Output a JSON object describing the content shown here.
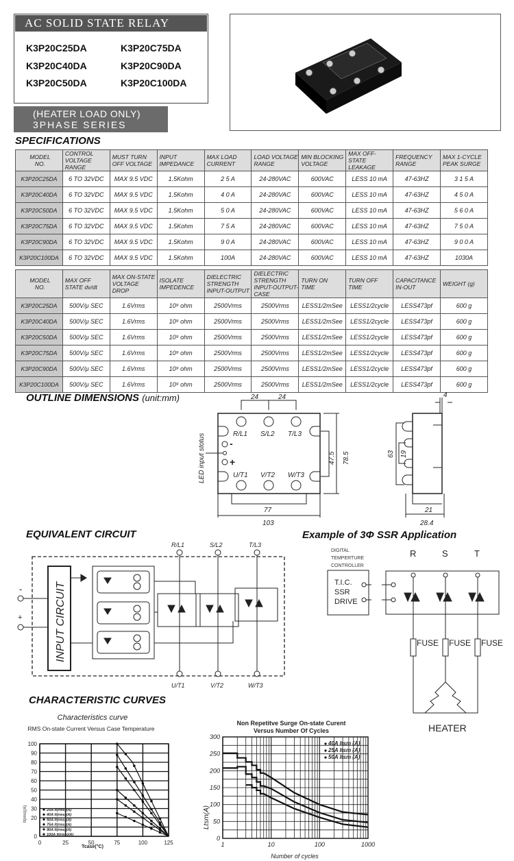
{
  "header": {
    "title": "AC SOLID STATE RELAY",
    "models": [
      "K3P20C25DA",
      "K3P20C75DA",
      "K3P20C40DA",
      "K3P20C90DA",
      "K3P20C50DA",
      "K3P20C100DA"
    ],
    "series_line1": "(HEATER LOAD ONLY)",
    "series_line2": "3PHASE SERIES"
  },
  "specifications": {
    "title": "SPECIFICATIONS",
    "table1": {
      "headers": [
        "MODEL\nNO.",
        "CONTROL VOLTAGE\nRANGE",
        "MUST TURN\nOFF VOLTAGE",
        "INPUT\nIMPEDANCE",
        "MAX LOAD\nCURRENT",
        "LOAD VOLTAGE\nRANGE",
        "MIN BLOCKING\nVOLTAGE",
        "MAX OFF-STATE\nLEAKAGE",
        "FREQUENCY\nRANGE",
        "MAX 1-CYCLE\nPEAK SURGE"
      ],
      "rows": [
        [
          "K3P20C25DA",
          "6  TO 32VDC",
          "MAX 9.5 VDC",
          "1.5Kohm",
          "2 5 A",
          "24-280VAC",
          "600VAC",
          "LESS 10 mA",
          "47-63HZ",
          "3 1 5 A"
        ],
        [
          "K3P20C40DA",
          "6  TO 32VDC",
          "MAX 9.5 VDC",
          "1.5Kohm",
          "4 0 A",
          "24-280VAC",
          "600VAC",
          "LESS 10 mA",
          "47-63HZ",
          "4 5 0 A"
        ],
        [
          "K3P20C50DA",
          "6  TO 32VDC",
          "MAX 9.5 VDC",
          "1.5Kohm",
          "5 0 A",
          "24-280VAC",
          "600VAC",
          "LESS 10 mA",
          "47-63HZ",
          "5 6 0 A"
        ],
        [
          "K3P20C75DA",
          "6  TO 32VDC",
          "MAX 9.5 VDC",
          "1.5Kohm",
          "7 5 A",
          "24-280VAC",
          "600VAC",
          "LESS 10 mA",
          "47-63HZ",
          "7 5 0 A"
        ],
        [
          "K3P20C90DA",
          "6  TO 32VDC",
          "MAX 9.5 VDC",
          "1.5Kohm",
          "9 0 A",
          "24-280VAC",
          "600VAC",
          "LESS 10 mA",
          "47-63HZ",
          "9 0 0 A"
        ],
        [
          "K3P20C100DA",
          "6  TO 32VDC",
          "MAX 9.5 VDC",
          "1.5Kohm",
          "100A",
          "24-280VAC",
          "600VAC",
          "LESS 10 mA",
          "47-63HZ",
          "1030A"
        ]
      ]
    },
    "table2": {
      "headers": [
        "MODEL\nNO.",
        "MAX OFF\nSTATE dv/dt",
        "MAX  ON-STATE\nVOLTAGE DROP",
        "ISOLATE\nIMPEDENCE",
        "DIELECTRIC STRENGTH\nINPUT-OUTPUT",
        "DIELECTRIC STRENGTH\nINPUT-OUTPUT-CASE",
        "TURN ON\nTIME",
        "TURN OFF\nTIME",
        "CAPACITANCE\nIN-OUT",
        "WEIGHT (g)"
      ],
      "rows": [
        [
          "K3P20C25DA",
          "500V/μ SEC",
          "1.6Vrms",
          "10⁹ ohm",
          "2500Vrms",
          "2500Vrms",
          "LESS1/2mSee",
          "LESS1/2cycle",
          "LESS473pf",
          "600 g"
        ],
        [
          "K3P20C40DA",
          "500V/μ SEC",
          "1.6Vrms",
          "10⁹ ohm",
          "2500Vrms",
          "2500Vrms",
          "LESS1/2mSee",
          "LESS1/2cycle",
          "LESS473pf",
          "600 g"
        ],
        [
          "K3P20C50DA",
          "500V/μ SEC",
          "1.6Vrms",
          "10⁹ ohm",
          "2500Vrms",
          "2500Vrms",
          "LESS1/2mSee",
          "LESS1/2cycle",
          "LESS473pf",
          "600 g"
        ],
        [
          "K3P20C75DA",
          "500V/μ SEC",
          "1.6Vrms",
          "10⁹ ohm",
          "2500Vrms",
          "2500Vrms",
          "LESS1/2mSee",
          "LESS1/2cycle",
          "LESS473pf",
          "600 g"
        ],
        [
          "K3P20C90DA",
          "500V/μ SEC",
          "1.6Vrms",
          "10⁹ ohm",
          "2500Vrms",
          "2500Vrms",
          "LESS1/2mSee",
          "LESS1/2cycle",
          "LESS473pf",
          "600 g"
        ],
        [
          "K3P20C100DA",
          "500V/μ SEC",
          "1.6Vrms",
          "10⁹ ohm",
          "2500Vrms",
          "2500Vrms",
          "LESS1/2mSee",
          "LESS1/2cycle",
          "LESS473pf",
          "600 g"
        ]
      ]
    }
  },
  "outline": {
    "title": "OUTLINE DIMENSIONS",
    "unit": "(unit:mm)",
    "led_label": "LED input stotus",
    "terminals_top": [
      "R/L1",
      "S/L2",
      "T/L3"
    ],
    "terminals_bottom": [
      "U/T1",
      "V/T2",
      "W/T3"
    ],
    "minus": "-",
    "plus": "+",
    "dims": {
      "pitch1": "24",
      "pitch2": "24",
      "hole_span": "47.5",
      "height": "78.5",
      "hole_width": "77",
      "width": "103",
      "thickness": "4",
      "side_63": "63",
      "side_19": "19",
      "side_21": "21",
      "side_28": "28.4"
    }
  },
  "circuit": {
    "title": "EQUIVALENT  CIRCUIT",
    "input_label": "INPUT CIRCUIT",
    "minus": "-",
    "plus": "+",
    "top_terminals": [
      "R/L1",
      "S/L2",
      "T/L3"
    ],
    "bottom_terminals": [
      "U/T1",
      "V/T2",
      "W/T3"
    ]
  },
  "application": {
    "title": "Example of 3Φ SSR Application",
    "controller_label": [
      "DIGITAL",
      "TEMPERTURE",
      "CONTROLLER"
    ],
    "drive_label": [
      "T.I.C.",
      "SSR",
      "DRIVE"
    ],
    "phases": [
      "R",
      "S",
      "T"
    ],
    "fuse": "FUSE",
    "heater": "HEATER"
  },
  "curves": {
    "title": "CHARACTERISTIC  CURVES"
  },
  "chart_data": [
    {
      "type": "line",
      "title": "Characteristics curve",
      "subtitle": "RMS  On-state   Current  Versus  Case  Temperature",
      "xlabel": "Tcase(°C)",
      "ylabel": "It(rms)(A)",
      "xlim": [
        0,
        125
      ],
      "ylim": [
        0,
        100
      ],
      "xticks": [
        0,
        25,
        50,
        75,
        100,
        125
      ],
      "yticks": [
        0,
        20,
        30,
        40,
        50,
        60,
        70,
        80,
        90,
        100
      ],
      "grid": true,
      "legend_position": "bottom-left",
      "series": [
        {
          "name": "25A It(rms)(A)",
          "points": [
            [
              75,
              25
            ],
            [
              125,
              0
            ]
          ]
        },
        {
          "name": "40A It(rms)(A)",
          "points": [
            [
              75,
              40
            ],
            [
              125,
              0
            ]
          ]
        },
        {
          "name": "50A It(rms)(A)",
          "points": [
            [
              75,
              50
            ],
            [
              125,
              0
            ]
          ]
        },
        {
          "name": "75A It(rms)(A)",
          "points": [
            [
              75,
              75
            ],
            [
              125,
              0
            ]
          ]
        },
        {
          "name": "90A It(rms)(A)",
          "points": [
            [
              75,
              88
            ],
            [
              125,
              0
            ]
          ]
        },
        {
          "name": "100A It(rms)(A)",
          "points": [
            [
              75,
              100
            ],
            [
              90,
              80
            ],
            [
              125,
              0
            ]
          ]
        }
      ]
    },
    {
      "type": "line",
      "title": "Non  Repetitve  Surge  On-state  Curent",
      "subtitle": "Versus  Number  Of  Cycles",
      "xlabel": "Number of cycles",
      "ylabel": "Ltsm(A)",
      "xscale": "log",
      "xlim": [
        1,
        1000
      ],
      "ylim": [
        0,
        300
      ],
      "xticks": [
        1,
        10,
        100,
        1000
      ],
      "yticks": [
        0,
        50,
        100,
        150,
        200,
        250,
        300
      ],
      "grid": true,
      "legend_position": "top-right",
      "series": [
        {
          "name": "40A Itsm (A)",
          "points": [
            [
              1,
              252
            ],
            [
              2,
              252
            ],
            [
              2,
              238
            ],
            [
              3,
              238
            ],
            [
              3,
              226
            ],
            [
              4,
              226
            ],
            [
              4,
              216
            ],
            [
              5,
              216
            ],
            [
              5,
              203
            ],
            [
              6,
              203
            ],
            [
              6,
              193
            ],
            [
              7,
              193
            ],
            [
              10,
              180
            ],
            [
              30,
              135
            ],
            [
              100,
              100
            ],
            [
              300,
              78
            ],
            [
              1000,
              70
            ]
          ]
        },
        {
          "name": "25A Itsm (A)",
          "points": [
            [
              1,
              208
            ],
            [
              2,
              208
            ],
            [
              2,
              212
            ],
            [
              3,
              212
            ],
            [
              3,
              190
            ],
            [
              4,
              190
            ],
            [
              4,
              180
            ],
            [
              5,
              180
            ],
            [
              5,
              167
            ],
            [
              6,
              167
            ],
            [
              6,
              155
            ],
            [
              7,
              155
            ],
            [
              10,
              147
            ],
            [
              30,
              108
            ],
            [
              100,
              76
            ],
            [
              300,
              55
            ],
            [
              1000,
              47
            ]
          ]
        },
        {
          "name": "50A Itsm (A)",
          "points": [
            [
              3,
              158
            ],
            [
              4,
              158
            ],
            [
              4,
              150
            ],
            [
              5,
              150
            ],
            [
              5,
              142
            ],
            [
              6,
              142
            ],
            [
              6,
              132
            ],
            [
              7,
              132
            ],
            [
              10,
              120
            ],
            [
              30,
              88
            ],
            [
              100,
              62
            ],
            [
              300,
              42
            ],
            [
              1000,
              33
            ]
          ]
        }
      ]
    }
  ]
}
